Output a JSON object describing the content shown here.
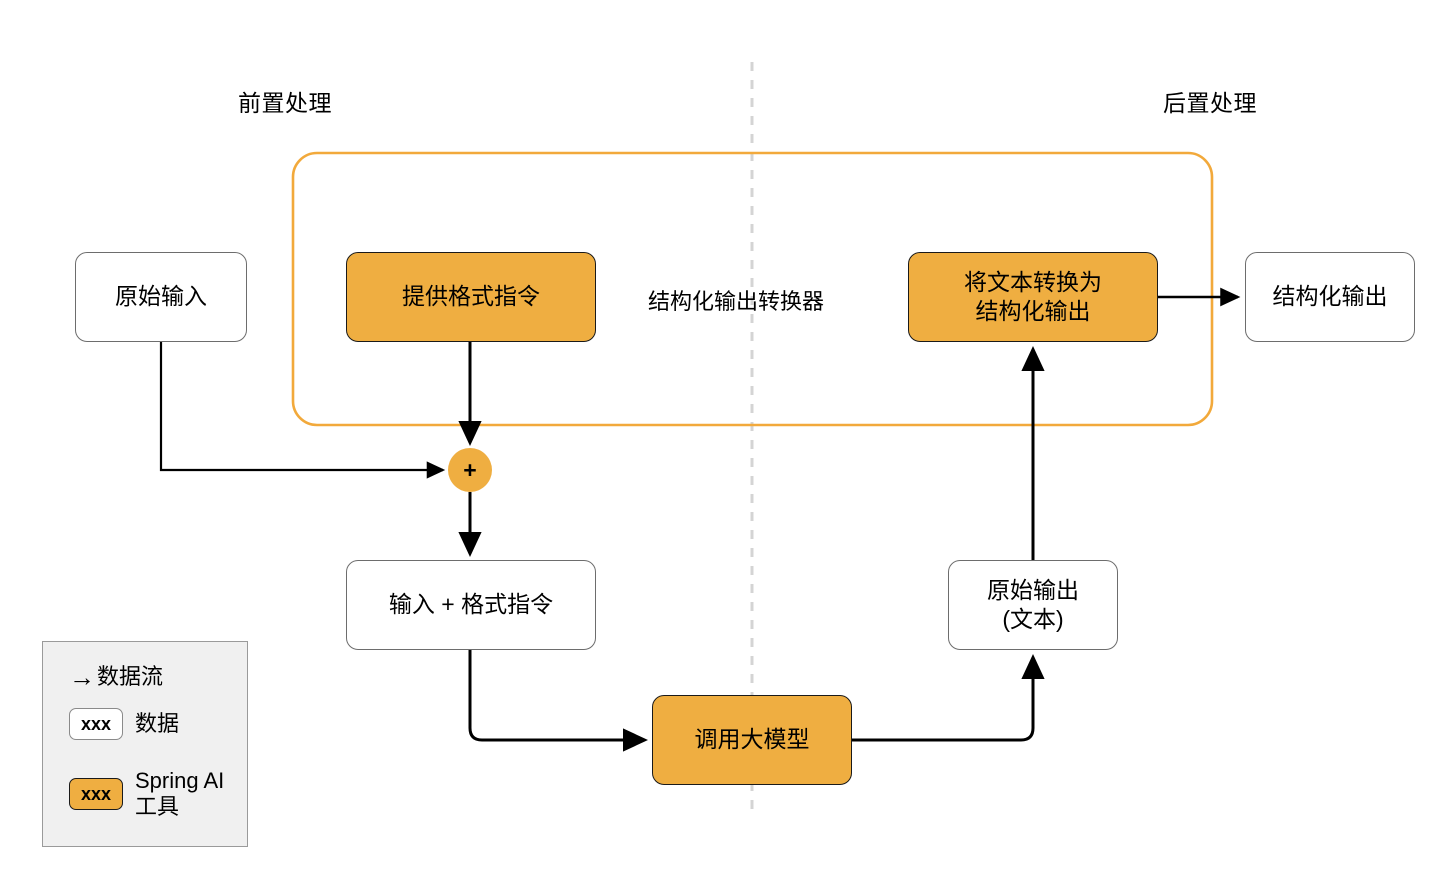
{
  "diagram": {
    "title_pre": "前置处理",
    "title_post": "后置处理",
    "container_label": "结构化输出转换器",
    "colors": {
      "tool_fill": "#EFAE41",
      "container_border": "#F2A93B",
      "data_border": "#6D6D6D",
      "divider": "#D4D4D4",
      "legend_bg": "#F0F0F0"
    },
    "nodes": {
      "raw_input": "原始输入",
      "format_instruction": "提供格式指令",
      "to_structured": "将文本转换为\n结构化输出",
      "structured_output": "结构化输出",
      "input_plus_format": "输入 + 格式指令",
      "raw_output": "原始输出\n(文本)",
      "call_llm": "调用大模型",
      "plus_junction": "+"
    },
    "legend": {
      "arrow_glyph": "→",
      "flow_label": "数据流",
      "data_chip": "xxx",
      "data_label": "数据",
      "tool_chip": "xxx",
      "tool_label": "Spring AI\n工具"
    }
  }
}
